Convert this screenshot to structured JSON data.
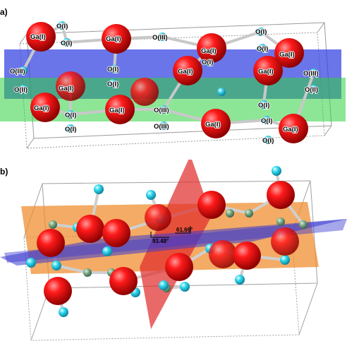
{
  "panel_a": {
    "label": "a)",
    "atom_labels": {
      "ga": "Ga(I)",
      "o1": "O(I)",
      "o2": "O(II)",
      "o3": "O(III)"
    },
    "colors": {
      "ga_atom": "#e00000",
      "o_atom": "#3fd0e6",
      "plane_blue": "#3040e0",
      "plane_green": "#30d040",
      "bond": "#bdbdbd"
    }
  },
  "panel_b": {
    "label": "b)",
    "angles": [
      "93.48°",
      "61.66°"
    ],
    "colors": {
      "ga_atom": "#e00000",
      "h_atom": "#33d9ee",
      "green_atom": "#7aa886",
      "plane_orange": "#f08a2a",
      "plane_blue": "#3a3ad0",
      "plane_red": "#e02a2a"
    }
  }
}
